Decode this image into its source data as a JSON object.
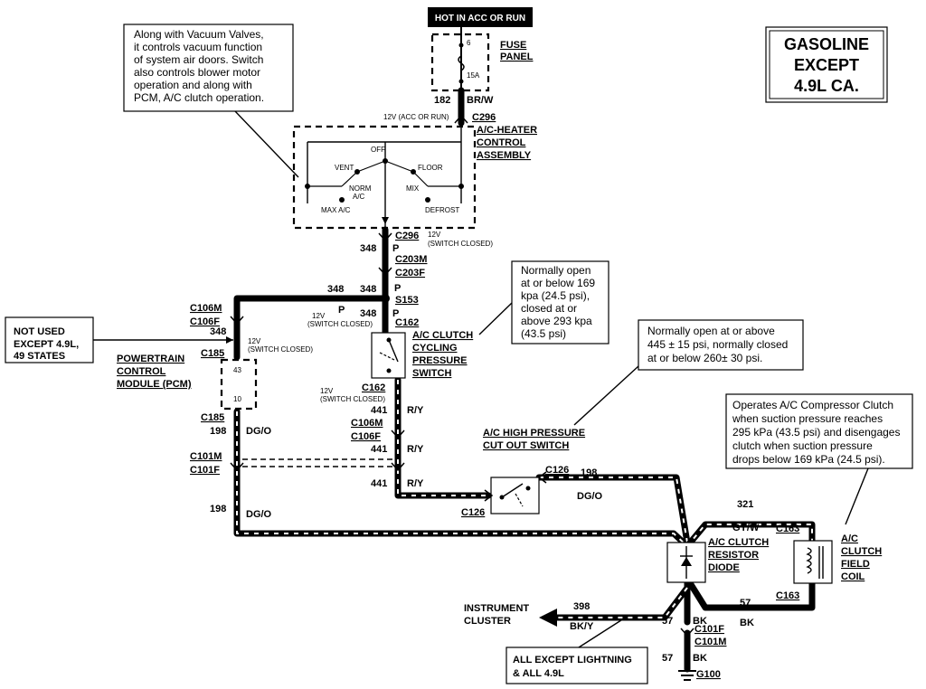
{
  "title": {
    "line1": "GASOLINE",
    "line2": "EXCEPT",
    "line3": "4.9L CA."
  },
  "power": {
    "source": "HOT IN ACC OR RUN",
    "fuse_top": "6",
    "fuse_amp": "15A",
    "fuse_panel_1": "FUSE",
    "fuse_panel_2": "PANEL"
  },
  "wires": {
    "w182": "182",
    "brw": "BR/W",
    "w348a": "348",
    "p_a": "P",
    "w348b": "348",
    "w348c": "348",
    "w348d": "348",
    "p_b": "P",
    "p_c": "P",
    "w348e": "348",
    "p_d": "P",
    "w441a": "441",
    "ry_a": "R/Y",
    "w441b": "441",
    "ry_b": "R/Y",
    "w441c": "441",
    "ry_c": "R/Y",
    "w198a": "198",
    "dgo_a": "DG/O",
    "w198b": "198",
    "dgo_b": "DG/O",
    "w198c": "198",
    "dgo_c": "DG/O",
    "w321": "321",
    "gyw": "GY/W",
    "w57a": "57",
    "bk_a": "BK",
    "w57b": "57",
    "bk_b": "BK",
    "w57c": "57",
    "bk_c": "BK",
    "w398": "398",
    "bky": "BK/Y"
  },
  "connectors": {
    "c296a": "C296",
    "c296b": "C296",
    "c203m": "C203M",
    "c203f": "C203F",
    "s153": "S153",
    "c162a": "C162",
    "c162b": "C162",
    "c106m_a": "C106M",
    "c106f_a": "C106F",
    "c185a": "C185",
    "c185b": "C185",
    "c106m_b": "C106M",
    "c106f_b": "C106F",
    "c101m_a": "C101M",
    "c101f_a": "C101F",
    "c126a": "C126",
    "c126b": "C126",
    "c163a": "C163",
    "c163b": "C163",
    "c101f_b": "C101F",
    "c101m_b": "C101M",
    "g100": "G100"
  },
  "voltages": {
    "acc_run": "12V (ACC OR RUN)",
    "sw_closed_1a": "12V",
    "sw_closed_1b": "(SWITCH CLOSED)",
    "sw_closed_2a": "12V",
    "sw_closed_2b": "(SWITCH CLOSED)",
    "sw_closed_3a": "12V",
    "sw_closed_3b": "(SWITCH CLOSED)",
    "sw_closed_4a": "12V",
    "sw_closed_4b": "(SWITCH CLOSED)"
  },
  "components": {
    "heater_1": "A/C-HEATER",
    "heater_2": "CONTROL",
    "heater_3": "ASSEMBLY",
    "off": "OFF",
    "vent": "VENT",
    "floor": "FLOOR",
    "norm_1": "NORM",
    "norm_2": "A/C",
    "mix": "MIX",
    "max_ac": "MAX A/C",
    "defrost": "DEFROST",
    "cyc_1": "A/C CLUTCH",
    "cyc_2": "CYCLING",
    "cyc_3": "PRESSURE",
    "cyc_4": "SWITCH",
    "pcm_1": "POWERTRAIN",
    "pcm_2": "CONTROL",
    "pcm_3": "MODULE (PCM)",
    "pin43": "43",
    "pin10": "10",
    "hp_1": "A/C HIGH PRESSURE",
    "hp_2": "CUT OUT SWITCH",
    "diode_1": "A/C CLUTCH",
    "diode_2": "RESISTOR",
    "diode_3": "DIODE",
    "coil_1": "A/C",
    "coil_2": "CLUTCH",
    "coil_3": "FIELD",
    "coil_4": "COIL",
    "instrument_1": "INSTRUMENT",
    "instrument_2": "CLUSTER"
  },
  "notes": {
    "vacuum": [
      "Along with Vacuum Valves,",
      "it controls vacuum function",
      "of system air doors.  Switch",
      "also controls blower motor",
      "operation and along with",
      "PCM, A/C clutch operation."
    ],
    "cycling": [
      "Normally open",
      "at or below 169",
      "kpa (24.5 psi),",
      "closed at or",
      "above 293 kpa",
      "(43.5 psi)"
    ],
    "highpressure": [
      "Normally open at or above",
      "445 ± 15 psi, normally closed",
      "at or below 260± 30 psi."
    ],
    "clutch": [
      "Operates A/C Compressor Clutch",
      "when suction pressure reaches",
      "295 kPa (43.5 psi) and disengages",
      "clutch when suction pressure",
      "drops below 169 kPa (24.5 psi)."
    ],
    "not_used": [
      "NOT USED",
      "EXCEPT 4.9L,",
      "49 STATES"
    ],
    "all_except": [
      "ALL EXCEPT LIGHTNING",
      "& ALL 4.9L"
    ]
  }
}
